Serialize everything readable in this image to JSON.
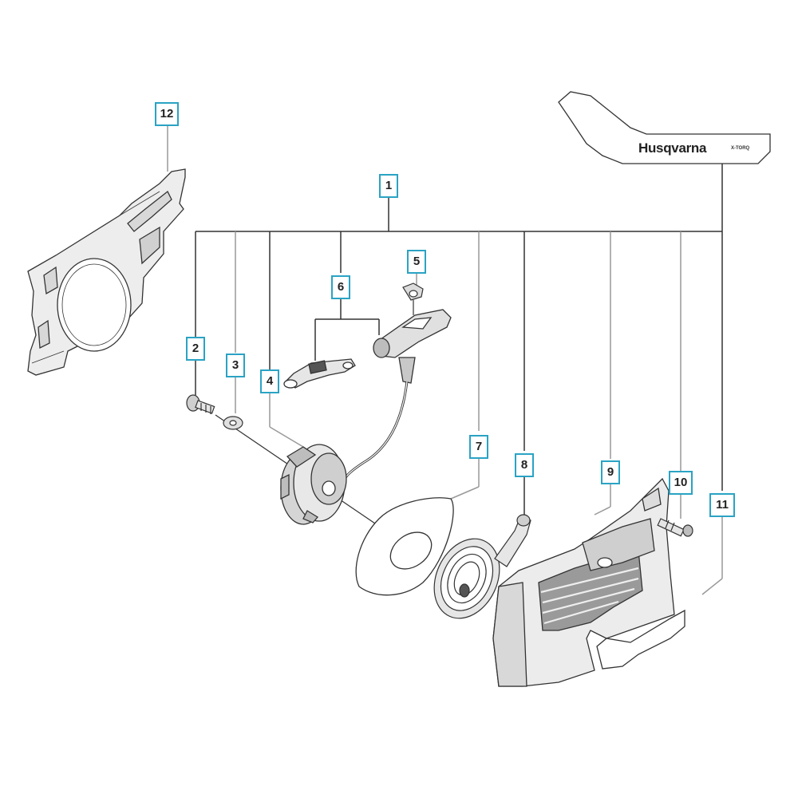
{
  "callouts": {
    "c1": "1",
    "c2": "2",
    "c3": "3",
    "c4": "4",
    "c5": "5",
    "c6": "6",
    "c7": "7",
    "c8": "8",
    "c9": "9",
    "c10": "10",
    "c11": "11",
    "c12": "12"
  },
  "decal": {
    "brand": "Husqvarna",
    "model": "X-TORQ"
  },
  "colors": {
    "callout_border": "#2aa3c4",
    "line": "#333333",
    "part_fill": "#e8e8e8",
    "part_dark": "#9a9a9a"
  }
}
